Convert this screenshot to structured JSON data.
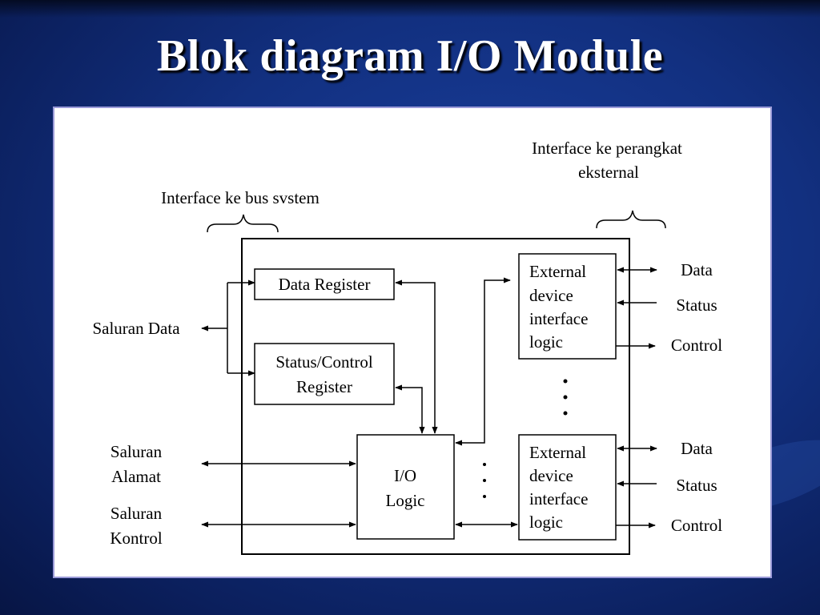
{
  "slide": {
    "title": "Blok diagram I/O Module"
  },
  "diagram": {
    "interface_bus_label": "Interface ke bus svstem",
    "interface_external_label_line1": "Interface ke perangkat",
    "interface_external_label_line2": "eksternal",
    "data_register": "Data Register",
    "status_control_register_line1": "Status/Control",
    "status_control_register_line2": "Register",
    "io_logic_line1": "I/O",
    "io_logic_line2": "Logic",
    "external_device_1": [
      "External",
      "device",
      "interface",
      "logic"
    ],
    "external_device_2": [
      "External",
      "device",
      "interface",
      "logic"
    ],
    "saluran_data": "Saluran Data",
    "saluran_alamat_line1": "Saluran",
    "saluran_alamat_line2": "Alamat",
    "saluran_kontrol_line1": "Saluran",
    "saluran_kontrol_line2": "Kontrol",
    "ext1_signals": [
      "Data",
      "Status",
      "Control"
    ],
    "ext2_signals": [
      "Data",
      "Status",
      "Control"
    ]
  }
}
